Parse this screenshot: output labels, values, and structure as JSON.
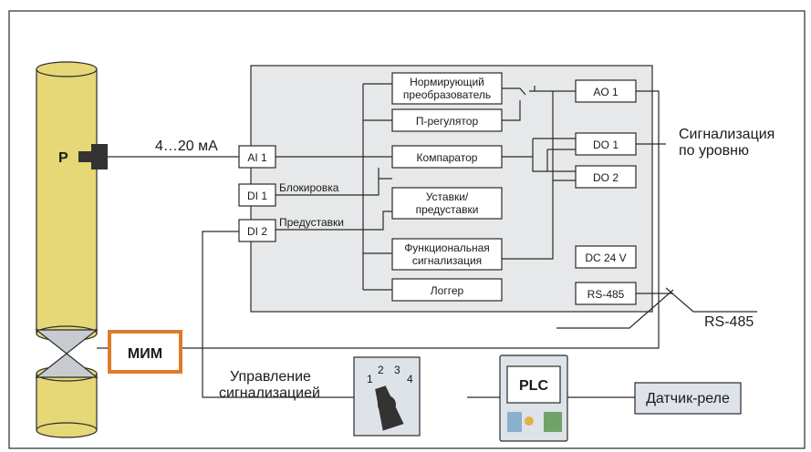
{
  "colors": {
    "pipe": "#e6d777",
    "module_bg": "#e7e8e9",
    "block_fill": "#ffffff",
    "mim_border": "#e07b2a",
    "sensor_fill": "#dde3e8",
    "outline": "#2a2a2a"
  },
  "labels": {
    "pressure": "P",
    "signal": "4…20 мА",
    "blocking": "Блокировка",
    "presets": "Предуставки",
    "level_alarm_line1": "Сигнализация",
    "level_alarm_line2": "по уровню",
    "rs485_bus": "RS-485",
    "control_line1": "Управление",
    "control_line2": "сигнализацией"
  },
  "module": {
    "inputs": [
      "AI 1",
      "DI 1",
      "DI 2"
    ],
    "functions": {
      "normalizer_line1": "Нормирующий",
      "normalizer_line2": "преобразователь",
      "p_regulator": "П-регулятор",
      "comparator": "Компаратор",
      "setpoints_line1": "Уставки/",
      "setpoints_line2": "предуставки",
      "func_alarm_line1": "Функциональная",
      "func_alarm_line2": "сигнализация",
      "logger": "Логгер"
    },
    "outputs": [
      "AO 1",
      "DO 1",
      "DO 2",
      "DC 24 V",
      "RS-485"
    ]
  },
  "devices": {
    "mim": "МИМ",
    "plc": "PLC",
    "sensor_relay": "Датчик-реле",
    "switch_positions": [
      "1",
      "2",
      "3",
      "4"
    ]
  }
}
